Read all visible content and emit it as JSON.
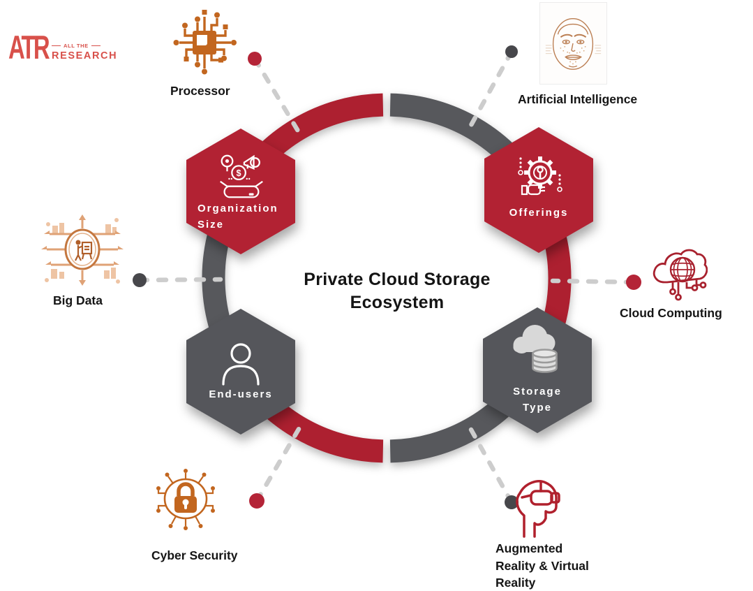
{
  "colors": {
    "ring_red": "#ad2030",
    "ring_gray": "#57585c",
    "hexagon_red": "#b22233",
    "hexagon_gray": "#55565b",
    "dot_red": "#b42437",
    "dot_gray": "#47474b",
    "icon_orange": "#c2661f",
    "connector_gray": "#cdcdcd",
    "logo_red": "#d8504a"
  },
  "logo": {
    "monogram": "ATR",
    "tagline_line1": "ALL THE",
    "tagline_line2": "RESEARCH"
  },
  "center": {
    "title_line1": "Private Cloud Storage",
    "title_line2": "Ecosystem"
  },
  "hexagons": [
    {
      "label": "Organization Size",
      "label_line1": "Organization",
      "label_line2": "Size",
      "color": "#b22233",
      "icon": "commerce-package-icon",
      "icon_glyph": "$"
    },
    {
      "label": "Offerings",
      "label_line1": "Offerings",
      "color": "#b22233",
      "icon": "gear-wrench-hand-icon"
    },
    {
      "label": "End-users",
      "label_line1": "End-users",
      "color": "#55565b",
      "icon": "user-icon"
    },
    {
      "label": "Storage Type",
      "label_line1": "Storage",
      "label_line2": "Type",
      "color": "#55565b",
      "icon": "cloud-database-icon"
    }
  ],
  "satellites": [
    {
      "label": "Processor",
      "icon": "processor-chip-icon",
      "dot_color": "#b42437"
    },
    {
      "label": "Artificial Intelligence",
      "icon": "ai-face-icon",
      "dot_color": "#47474b"
    },
    {
      "label": "Big Data",
      "icon": "big-data-icon",
      "dot_color": "#47474b"
    },
    {
      "label": "Cloud Computing",
      "icon": "cloud-computing-icon",
      "dot_color": "#b42437"
    },
    {
      "label": "Cyber Security",
      "icon": "cyber-security-lock-icon",
      "dot_color": "#b42437"
    },
    {
      "label": "Augmented Reality & Virtual Reality",
      "label_line1": "Augmented",
      "label_line2": "Reality & Virtual",
      "label_line3": "Reality",
      "icon": "ar-vr-headset-icon",
      "dot_color": "#47474b"
    }
  ]
}
